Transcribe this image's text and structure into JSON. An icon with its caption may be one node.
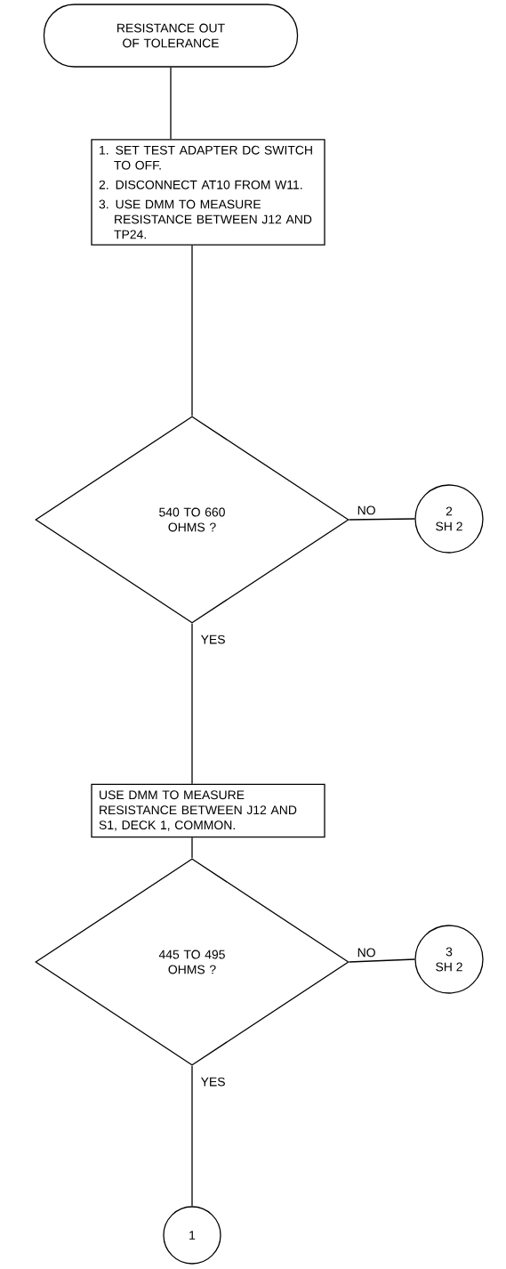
{
  "diagram": {
    "nodes": [
      {
        "text": [
          "RESISTANCE OUT OF TOLERANCE"
        ]
      },
      {
        "text": [
          "1. SET TEST ADAPTER DC SWITCH TO OFF.",
          "2. DISCONNECT AT10 FROM W11.",
          "3. USE DMM TO MEASURE RESISTANCE BETWEEN J12 AND TP24."
        ]
      },
      {
        "text": [
          "540 TO 660 OHMS ?"
        ]
      },
      {
        "text": [
          "2",
          "SH 2"
        ]
      },
      {
        "text": [
          "USE DMM TO MEASURE RESISTANCE BETWEEN J12 AND S1, DECK 1, COMMON."
        ]
      },
      {
        "text": [
          "445 TO 495 OHMS ?"
        ]
      },
      {
        "text": [
          "3",
          "SH 2"
        ]
      },
      {
        "text": [
          "1"
        ]
      }
    ],
    "edges": [
      {
        "from": 0,
        "to": 1,
        "arrow": "none"
      },
      {
        "from": 1,
        "to": 2,
        "arrow": "none"
      },
      {
        "from": 2,
        "to": 3,
        "arrow": "none",
        "label": "NO"
      },
      {
        "from": 2,
        "to": 4,
        "arrow": "none",
        "label": "YES"
      },
      {
        "from": 4,
        "to": 5,
        "arrow": "none"
      },
      {
        "from": 5,
        "to": 6,
        "arrow": "none",
        "label": "NO"
      },
      {
        "from": 5,
        "to": 7,
        "arrow": "none",
        "label": "YES"
      }
    ]
  }
}
